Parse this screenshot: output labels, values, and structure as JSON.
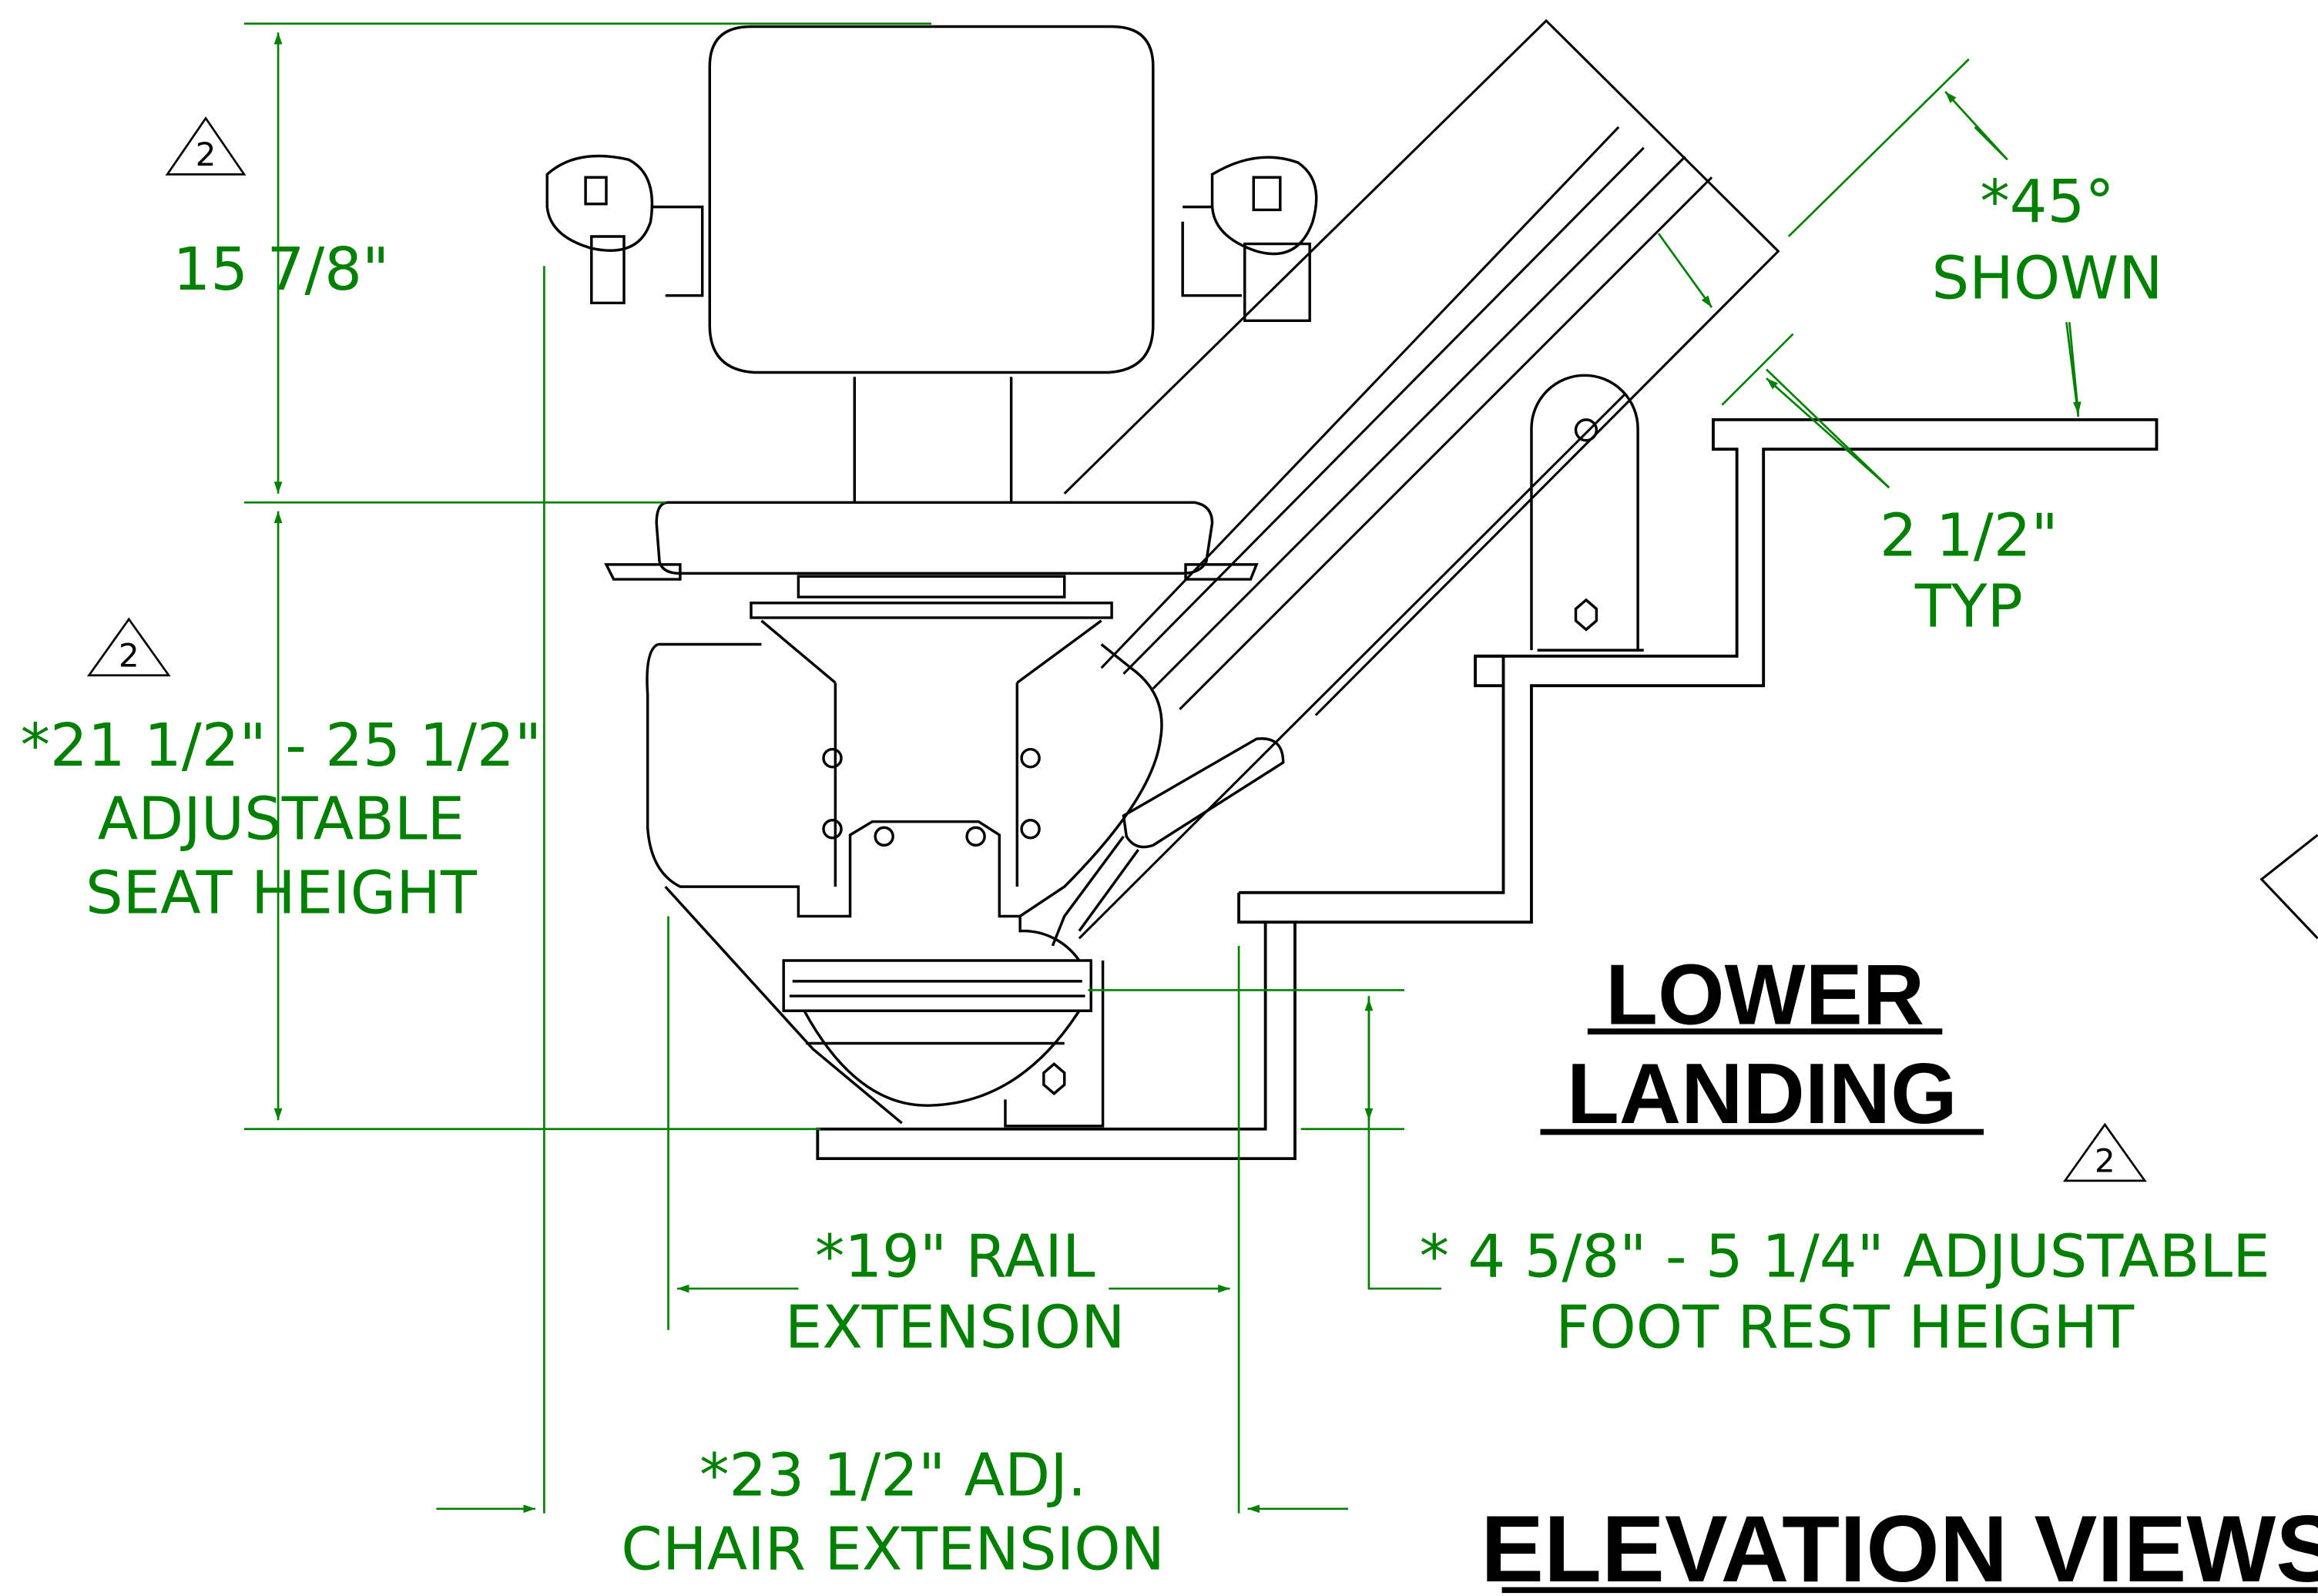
{
  "colors": {
    "dimension": "#008000",
    "line": "#000000",
    "background": "#ffffff"
  },
  "titles": {
    "lower_landing_line1": "LOWER",
    "lower_landing_line2": "LANDING",
    "elevation_views": "ELEVATION VIEWS"
  },
  "revision_marks": [
    "2",
    "2",
    "2"
  ],
  "dimensions": {
    "back_height": "15 7/8\"",
    "seat_height_line1": "*21 1/2\" - 25 1/2\"",
    "seat_height_line2": "ADJUSTABLE",
    "seat_height_line3": "SEAT HEIGHT",
    "angle_line1": "*45°",
    "angle_line2": "SHOWN",
    "rail_offset_line1": "2 1/2\"",
    "rail_offset_line2": "TYP",
    "rail_extension_line1": "*19\" RAIL",
    "rail_extension_line2": "EXTENSION",
    "footrest_line1": "* 4 5/8\" - 5 1/4\" ADJUSTABLE",
    "footrest_line2": "FOOT REST HEIGHT",
    "chair_extension_line1": "*23 1/2\" ADJ.",
    "chair_extension_line2": "CHAIR EXTENSION"
  }
}
